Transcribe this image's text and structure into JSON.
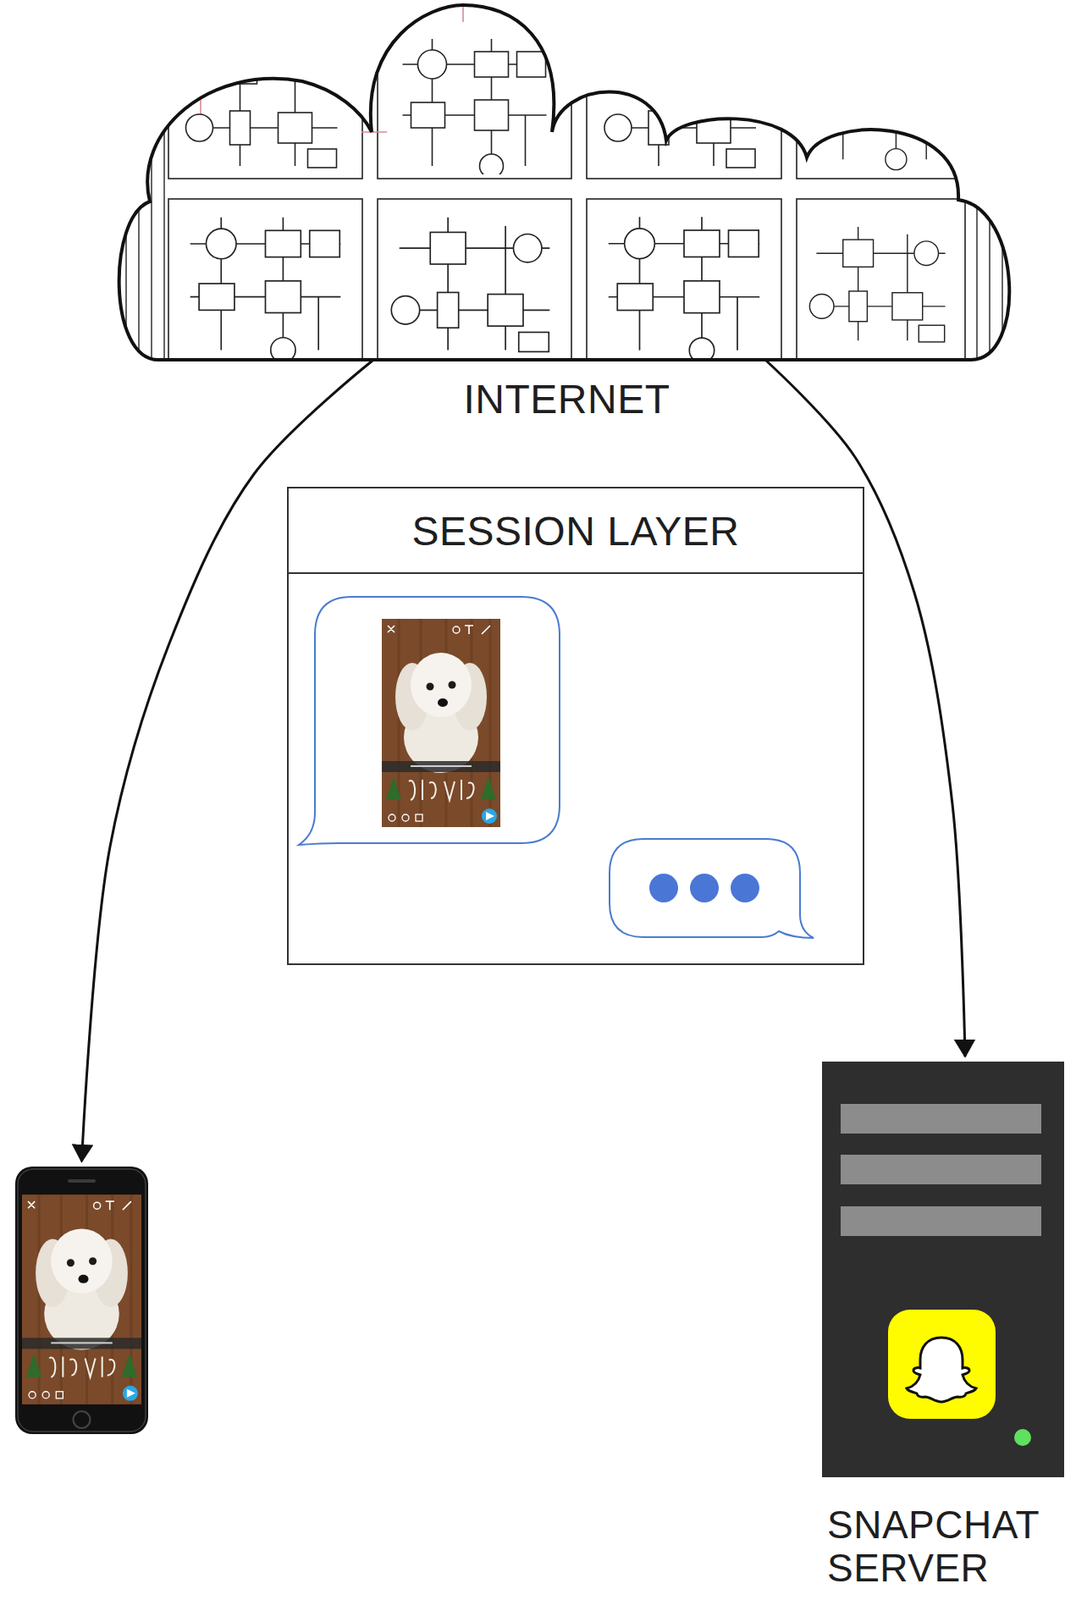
{
  "diagram": {
    "nodes": [
      {
        "text": [
          "INTERNET"
        ]
      },
      {
        "text": [
          "SESSION LAYER"
        ]
      },
      {
        "text": []
      },
      {
        "text": [
          "SNAPCHAT SERVER"
        ]
      }
    ],
    "edges": [
      {
        "from": 0,
        "to": 2,
        "arrow": "to"
      },
      {
        "from": 0,
        "to": 3,
        "arrow": "to"
      }
    ]
  }
}
